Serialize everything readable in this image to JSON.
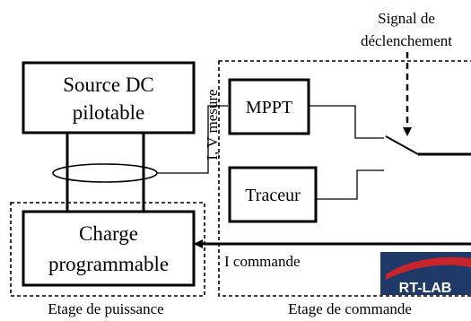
{
  "blocks": {
    "source": {
      "line1": "Source DC",
      "line2": "pilotable"
    },
    "charge": {
      "line1": "Charge",
      "line2": "programmable"
    },
    "mppt": "MPPT",
    "traceur": "Traceur"
  },
  "labels": {
    "signal_line1": "Signal de",
    "signal_line2": "déclenchement",
    "iv_mesure": "I, V mesure",
    "i_commande": "I commande",
    "etage_puissance": "Etage de puissance",
    "etage_commande": "Etage de commande"
  },
  "logo": {
    "text": "RT-LAB",
    "colors": {
      "background": "#1f3a68",
      "accent": "#c8242c"
    }
  },
  "colors": {
    "line": "#000000",
    "background": "#ffffff"
  }
}
